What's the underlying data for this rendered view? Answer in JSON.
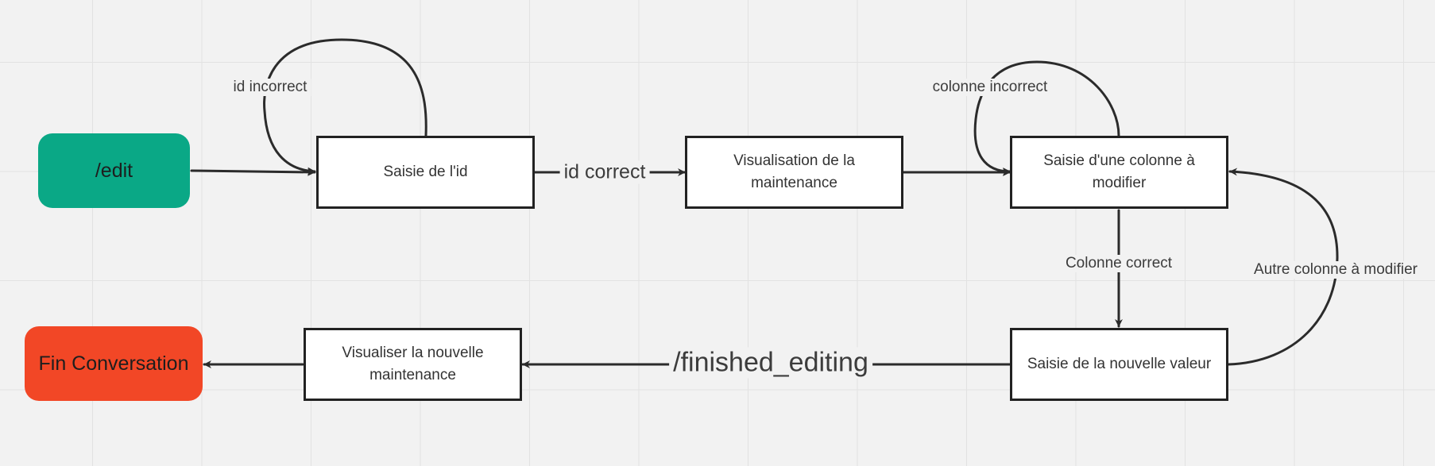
{
  "diagram": {
    "nodes": {
      "start": {
        "label": "/edit",
        "color": "#0aa886"
      },
      "saisie_id": {
        "label": "Saisie de l'id"
      },
      "visualisation": {
        "label": "Visualisation de la maintenance"
      },
      "saisie_colonne": {
        "label": "Saisie d'une colonne à modifier"
      },
      "saisie_valeur": {
        "label": "Saisie de la nouvelle valeur"
      },
      "visualiser_nouvelle": {
        "label": "Visualiser la nouvelle maintenance"
      },
      "fin": {
        "label": "Fin Conversation",
        "color": "#f24726"
      }
    },
    "edges": {
      "id_incorrect": {
        "from": "saisie_id",
        "to": "saisie_id",
        "label": "id incorrect"
      },
      "id_correct": {
        "from": "saisie_id",
        "to": "visualisation",
        "label": "id correct"
      },
      "colonne_incorrect": {
        "from": "saisie_colonne",
        "to": "saisie_colonne",
        "label": "colonne incorrect"
      },
      "colonne_correct": {
        "from": "saisie_colonne",
        "to": "saisie_valeur",
        "label": "Colonne correct"
      },
      "autre_colonne": {
        "from": "saisie_valeur",
        "to": "saisie_colonne",
        "label": "Autre colonne à modifier"
      },
      "finished_editing": {
        "from": "saisie_valeur",
        "to": "visualiser_nouvelle",
        "label": "/finished_editing"
      }
    },
    "line_color": "#2b2b2b",
    "box_border_color": "#222222"
  }
}
